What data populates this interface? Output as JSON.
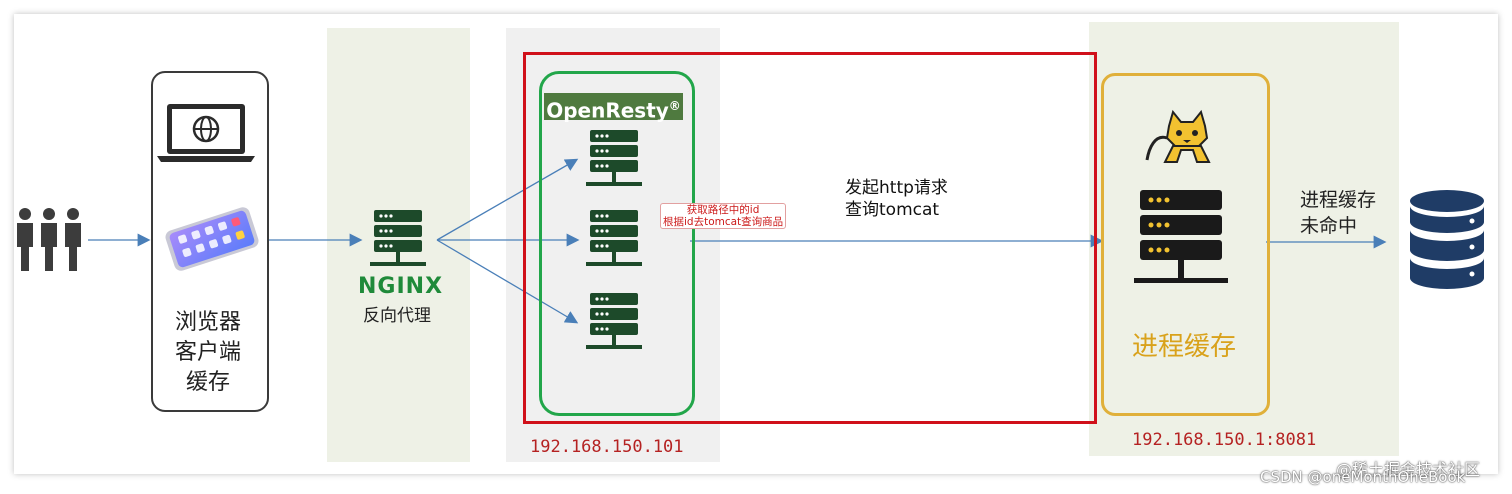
{
  "browser": {
    "line1": "浏览器",
    "line2": "客户端",
    "line3": "缓存"
  },
  "nginx": {
    "logo": "NGINX",
    "label": "反向代理"
  },
  "openresty": {
    "logo": "OpenResty",
    "registered": "®",
    "annotation_line1": "获取路径中的id",
    "annotation_line2": "根据id去tomcat查询商品",
    "ip": "192.168.150.101"
  },
  "request": {
    "line1": "发起http请求",
    "line2": "查询tomcat"
  },
  "tomcat": {
    "label": "进程缓存",
    "ip": "192.168.150.1:8081"
  },
  "miss": {
    "line1": "进程缓存",
    "line2": "未命中"
  },
  "watermark": {
    "line1": "@稀土掘金技术社区",
    "line2": "CSDN @oneMonthOneBook"
  },
  "colors": {
    "nginx_green": "#1f8a3a",
    "openresty_border": "#22a64a",
    "red_box": "#d0101a",
    "tomcat_border": "#e0b03a",
    "tomcat_text": "#d9a21b",
    "arrow": "#4a7fb8",
    "ip_text": "#b52222",
    "database": "#1f3c66"
  }
}
